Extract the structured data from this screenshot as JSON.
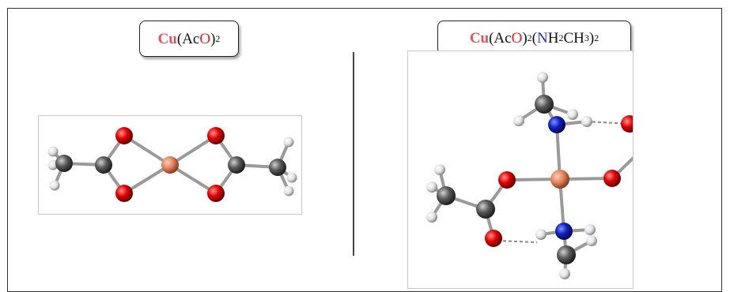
{
  "left_molecule": {
    "label": {
      "metal": "Cu",
      "open": "(Ac",
      "oxygen": "O",
      "close": ")",
      "sub": "2"
    }
  },
  "right_molecule": {
    "label": {
      "metal": "Cu",
      "open": "(Ac",
      "oxygen": "O",
      "close": ")",
      "sub1": "2",
      "open2": "(",
      "nitrogen": "N",
      "h": "H",
      "sub2": "2",
      "ch": "CH",
      "sub3": "3",
      "close2": ")",
      "sub4": "2"
    }
  },
  "colors": {
    "copper": "#e0805a",
    "oxygen": "#e00000",
    "carbon": "#5a5a5a",
    "hydrogen": "#e6e6e6",
    "nitrogen": "#1020c0",
    "bond": "#9a9a9a",
    "hbond": "#888888"
  },
  "icons": {
    "atom": "sphere-ball",
    "bond": "cylinder-stick",
    "hbond": "dashed-line"
  }
}
